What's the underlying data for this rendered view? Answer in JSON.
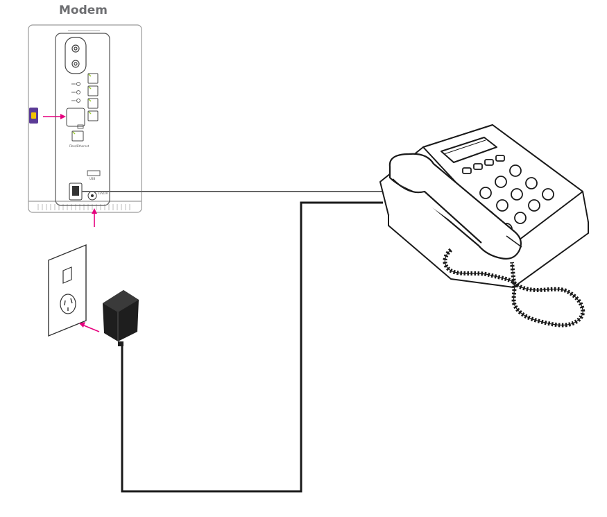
{
  "diagram": {
    "modem_label": "Modem",
    "port_labels": {
      "fiber_ethernet": "Fibre/Ethernet",
      "power_in": "12V/2A",
      "usb": "USB"
    }
  },
  "colors": {
    "accent_arrow": "#e6007e",
    "sim_card": "#5b3b96",
    "sim_chip": "#f2c400",
    "cable": "#1a1a1a",
    "phone_cable": "#666666",
    "outline": "#2b2b2b"
  }
}
